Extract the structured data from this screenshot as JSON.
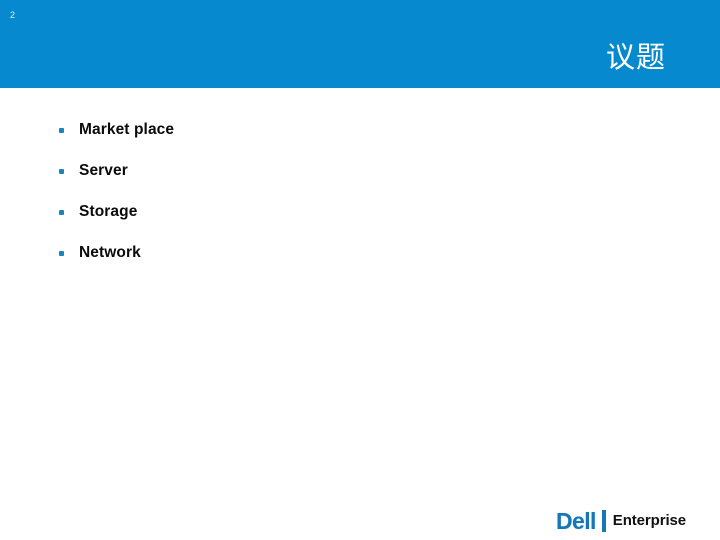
{
  "slide": {
    "page_number": "2",
    "title": "议题",
    "banner_color": "#0689ce",
    "background_color": "#ffffff"
  },
  "agenda": {
    "bullet_color": "#1a84bd",
    "items": [
      {
        "label": "Market place"
      },
      {
        "label": "Server"
      },
      {
        "label": "Storage"
      },
      {
        "label": "Network"
      }
    ]
  },
  "brand": {
    "name": "Dell",
    "suffix": "Enterprise",
    "color": "#1576b8",
    "suffix_color": "#111111"
  }
}
